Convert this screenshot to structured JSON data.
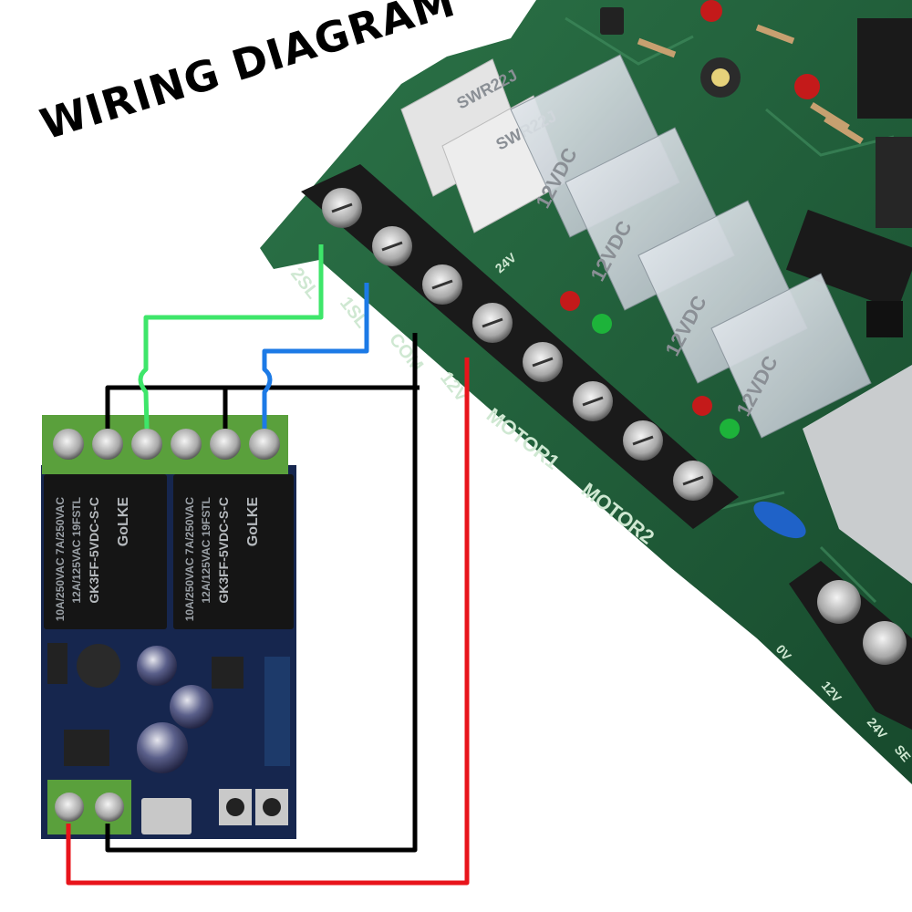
{
  "title": "WIRING DIAGRAM",
  "controller_board": {
    "terminal_labels": [
      "2SL",
      "1SL",
      "COM",
      "12V",
      "MOTOR1",
      "MOTOR2"
    ],
    "relay_labels": [
      "SWR22J",
      "SWR22J"
    ],
    "relay_markings": [
      "12VDC",
      "12VDC",
      "12VDC",
      "12VDC"
    ],
    "bottom_labels": [
      "0V",
      "12V",
      "24V",
      "SE"
    ],
    "small_label": "24V"
  },
  "relay_module": {
    "relays": [
      {
        "brand": "GoLKE",
        "model": "GK3FF-5VDC-S-C",
        "rating1": "10A/250VAC 7A/250VAC",
        "rating2": "12A/125VAC 19FSTL"
      },
      {
        "brand": "GoLKE",
        "model": "GK3FF-5VDC-S-C",
        "rating1": "10A/250VAC 7A/250VAC",
        "rating2": "12A/125VAC 19FSTL"
      }
    ]
  },
  "colors": {
    "wire_green": "#3ee66a",
    "wire_blue": "#1c7ae6",
    "wire_black": "#000000",
    "wire_red": "#e8141b",
    "board_green": "#1f5e3a",
    "module_blue": "#16264e",
    "terminal_green": "#5aa03c"
  }
}
